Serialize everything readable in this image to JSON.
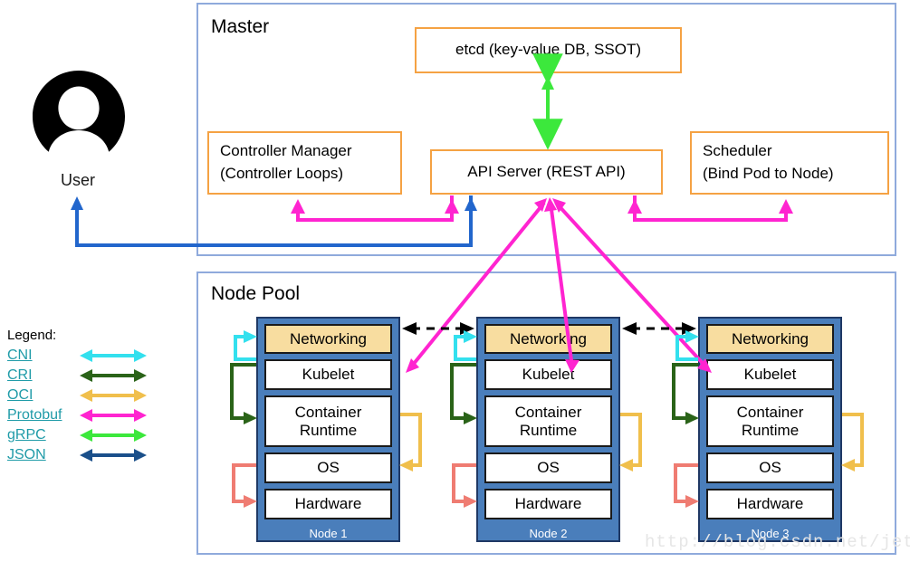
{
  "diagram": {
    "title_master": "Master",
    "title_nodepool": "Node Pool",
    "watermark": "http://blog.csdn.net/jettery"
  },
  "user": {
    "caption": "User",
    "icon": "user-avatar-icon"
  },
  "master": {
    "label": "Master",
    "components": [
      {
        "id": "etcd",
        "label": "etcd (key-value DB, SSOT)"
      },
      {
        "id": "controller-manager",
        "label": "Controller Manager\n(Controller Loops)"
      },
      {
        "id": "api-server",
        "label": "API Server (REST API)"
      },
      {
        "id": "scheduler",
        "label": "Scheduler\n(Bind Pod to Node)"
      }
    ]
  },
  "node_pool": {
    "label": "Node Pool",
    "row_labels": [
      "Networking",
      "Kubelet",
      "Container\nRuntime",
      "OS",
      "Hardware"
    ],
    "nodes": [
      {
        "name": "Node 1",
        "rows": [
          "Networking",
          "Kubelet",
          "Container\nRuntime",
          "OS",
          "Hardware"
        ]
      },
      {
        "name": "Node 2",
        "rows": [
          "Networking",
          "Kubelet",
          "Container\nRuntime",
          "OS",
          "Hardware"
        ]
      },
      {
        "name": "Node 3",
        "rows": [
          "Networking",
          "Kubelet",
          "Container\nRuntime",
          "OS",
          "Hardware"
        ]
      }
    ]
  },
  "legend": {
    "title": "Legend:",
    "items": [
      {
        "label": "CNI",
        "color": "#33e0ee"
      },
      {
        "label": "CRI",
        "color": "#2a6318"
      },
      {
        "label": "OCI",
        "color": "#f0bf4c"
      },
      {
        "label": "Protobuf",
        "color": "#ff24d0"
      },
      {
        "label": "gRPC",
        "color": "#3ce83c"
      },
      {
        "label": "JSON",
        "color": "#1a4f8a"
      }
    ]
  },
  "colors": {
    "group_border": "#8faadc",
    "component_border": "#f5a243",
    "node_fill": "#4a7ebb",
    "node_border": "#1f3864",
    "networking_fill": "#f8dda0",
    "cni": "#33e0ee",
    "cri": "#2a6318",
    "oci": "#f0bf4c",
    "protobuf": "#ff24d0",
    "grpc": "#3ce83c",
    "json": "#1a4f8a",
    "json_user_link": "#2266cc",
    "inter_node": "#000000",
    "legend_text": "#1f9ba8",
    "watermark": "#e6e6e6"
  }
}
